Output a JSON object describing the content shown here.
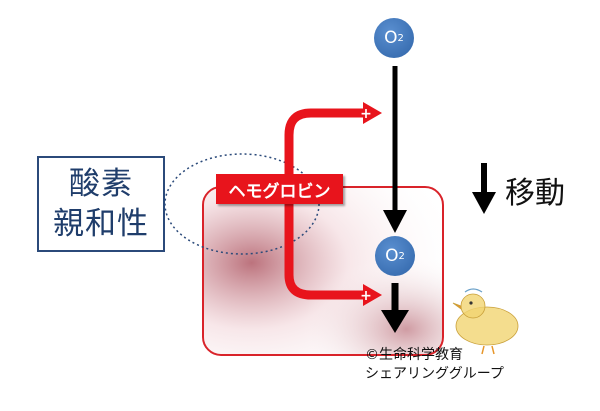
{
  "affinity": {
    "line1": "酸素",
    "line2": "親和性"
  },
  "hemoglobin_label": "ヘモグロビン",
  "oxygen": {
    "base": "O",
    "sub": "2"
  },
  "move_label": "移動",
  "plus_sign": "+",
  "credit": {
    "line1": "©生命科学教育",
    "line2": "シェアリンググループ"
  },
  "colors": {
    "red": "#e8141c",
    "blue": "#2f64a8",
    "navy": "#2b4a7a",
    "cell_border": "#d9232a"
  }
}
